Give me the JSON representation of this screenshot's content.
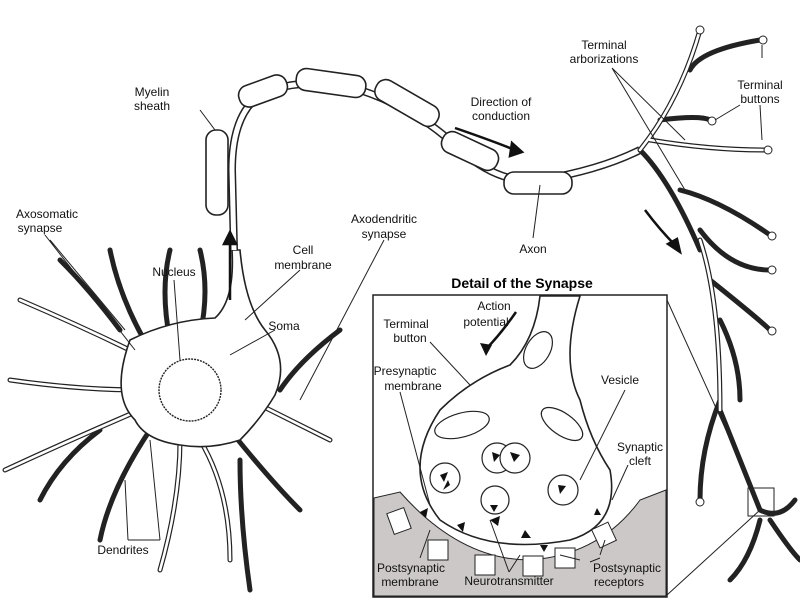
{
  "title": "Detail of the Synapse",
  "labels": {
    "terminal_arborizations": [
      "Terminal",
      "arborizations"
    ],
    "terminal_buttons": [
      "Terminal",
      "buttons"
    ],
    "myelin_sheath": [
      "Myelin",
      "sheath"
    ],
    "direction_of_conduction": [
      "Direction of",
      "conduction"
    ],
    "axosomatic_synapse": [
      "Axosomatic",
      "synapse"
    ],
    "axodendritic_synapse": [
      "Axodendritic",
      "synapse"
    ],
    "cell_membrane": [
      "Cell",
      "membrane"
    ],
    "nucleus": "Nucleus",
    "soma": "Soma",
    "axon": "Axon",
    "dendrites": "Dendrites"
  },
  "synapse_labels": {
    "terminal_button": [
      "Terminal",
      "button"
    ],
    "action_potential": [
      "Action",
      "potential"
    ],
    "presynaptic_membrane": [
      "Presynaptic",
      "membrane"
    ],
    "vesicle": "Vesicle",
    "synaptic_cleft": [
      "Synaptic",
      "cleft"
    ],
    "postsynaptic_membrane": [
      "Postsynaptic",
      "membrane"
    ],
    "neurotransmitter": "Neurotransmitter",
    "postsynaptic_receptors": [
      "Postsynaptic",
      "receptors"
    ]
  },
  "colors": {
    "line": "#222222",
    "postsynaptic_fill": "#cdc8c8",
    "background": "#ffffff"
  }
}
